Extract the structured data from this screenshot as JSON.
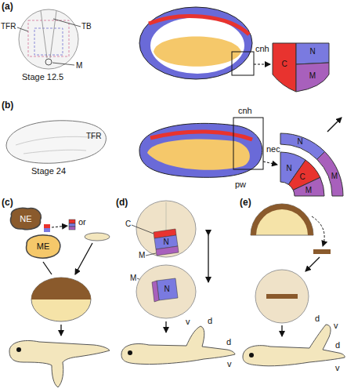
{
  "diagram": {
    "nodes": [
      {
        "text": [
          "NE"
        ]
      },
      {
        "text": [
          "ME"
        ]
      }
    ],
    "labels": [
      "(a)",
      "TFR",
      "TB",
      "M",
      "Stage 12.5",
      "cnh",
      "C",
      "N",
      "M",
      "(b)",
      "TFR",
      "Stage 24",
      "cnh",
      "nec",
      "pw",
      "N",
      "N",
      "C",
      "M",
      "M",
      "(c)",
      "or",
      "(d)",
      "C",
      "N",
      "M",
      "M",
      "N",
      "v",
      "d",
      "d",
      "v",
      "(e)",
      "d",
      "v",
      "d",
      "v"
    ]
  }
}
